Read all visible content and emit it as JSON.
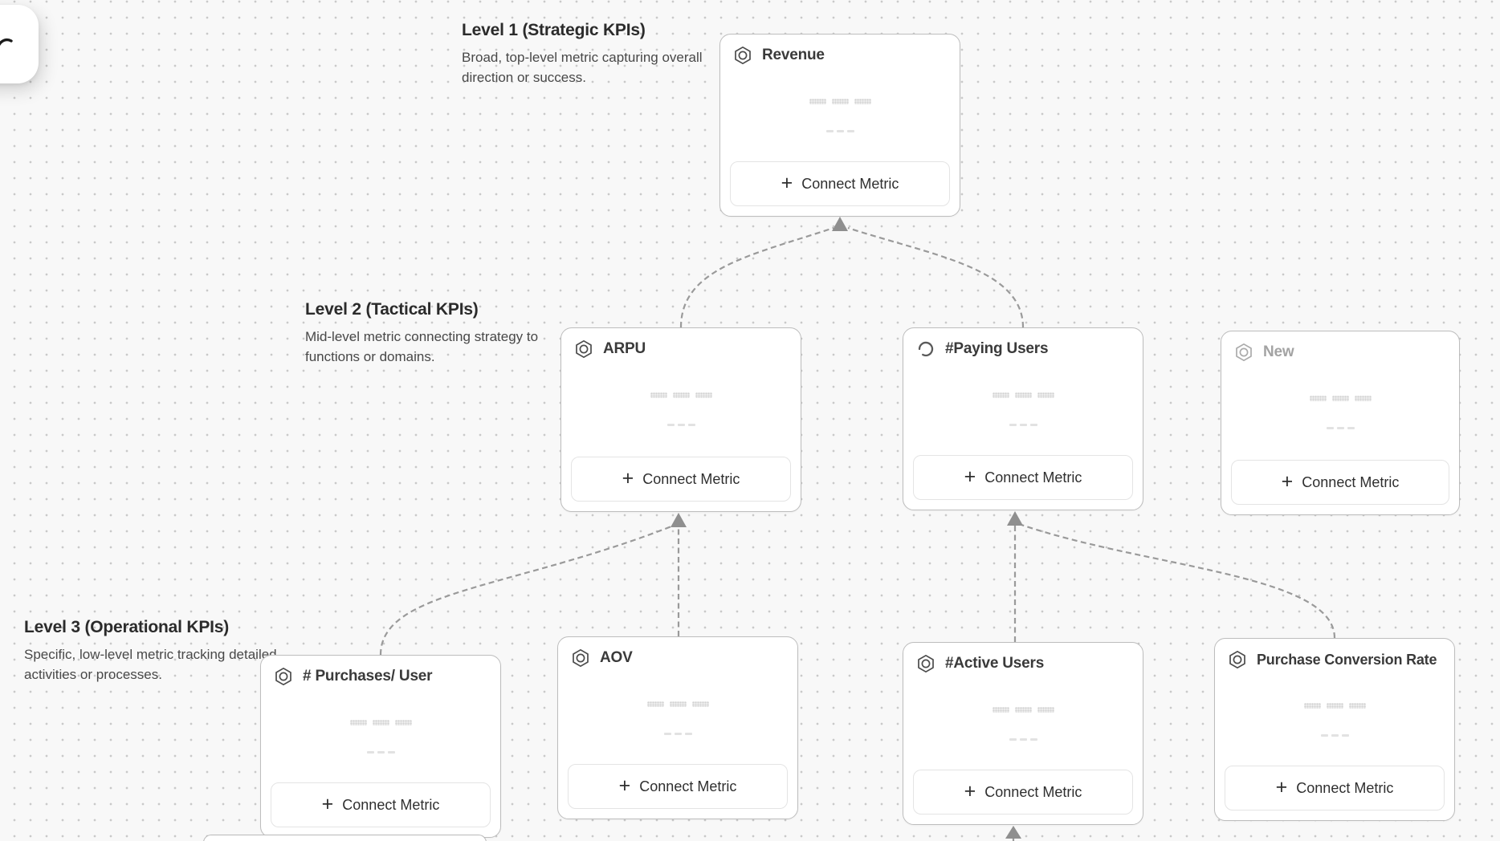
{
  "ui": {
    "connect_metric_label": "Connect Metric",
    "plus_glyph": "+"
  },
  "levels": {
    "l1": {
      "title": "Level 1 (Strategic KPIs)",
      "description": "Broad, top-level metric capturing overall direction or success."
    },
    "l2": {
      "title": "Level 2 (Tactical KPIs)",
      "description": "Mid-level metric connecting strategy to functions or domains."
    },
    "l3": {
      "title": "Level 3 (Operational KPIs)",
      "description": "Specific, low-level metric tracking detailed activities or processes."
    }
  },
  "nodes": {
    "revenue": {
      "title": "Revenue",
      "icon": "hexagon-metric-icon",
      "level": 1
    },
    "arpu": {
      "title": "ARPU",
      "icon": "hexagon-metric-icon",
      "level": 2
    },
    "paying_users": {
      "title": "#Paying Users",
      "icon": "loading-spinner-icon",
      "level": 2
    },
    "new_metric": {
      "title": "New",
      "icon": "hexagon-metric-icon",
      "level": 2,
      "state": "placeholder"
    },
    "purchases_per_user": {
      "title": "# Purchases/ User",
      "icon": "hexagon-metric-icon",
      "level": 3
    },
    "aov": {
      "title": "AOV",
      "icon": "hexagon-metric-icon",
      "level": 3
    },
    "active_users": {
      "title": "#Active Users",
      "icon": "hexagon-metric-icon",
      "level": 3
    },
    "purchase_conversion_rate": {
      "title": "Purchase Conversion Rate",
      "icon": "hexagon-metric-icon",
      "level": 3
    }
  },
  "edges": [
    {
      "from": "arpu",
      "to": "revenue",
      "style": "dashed-arrow"
    },
    {
      "from": "paying_users",
      "to": "revenue",
      "style": "dashed-arrow"
    },
    {
      "from": "purchases_per_user",
      "to": "arpu",
      "style": "dashed-arrow"
    },
    {
      "from": "aov",
      "to": "arpu",
      "style": "dashed-arrow"
    },
    {
      "from": "active_users",
      "to": "paying_users",
      "style": "dashed-arrow"
    },
    {
      "from": "purchase_conversion_rate",
      "to": "paying_users",
      "style": "dashed-arrow"
    },
    {
      "from": "offscreen-bottom",
      "to": "active_users",
      "style": "dashed-arrow"
    }
  ],
  "colors": {
    "canvas_bg": "#f8f8f8",
    "grid_dot": "#c9c9c9",
    "card_border": "#bdbdbd",
    "card_bg": "#ffffff",
    "title_text": "#3a3a3a",
    "muted_text": "#a3a3a3",
    "connector": "#9a9a9a",
    "skeleton": "#e3e3e3"
  }
}
